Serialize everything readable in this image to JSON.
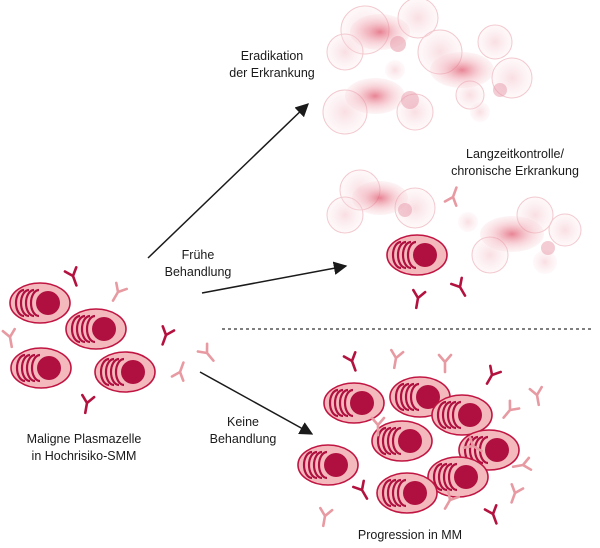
{
  "labels": {
    "eradication": [
      "Eradikation",
      "der Erkrankung"
    ],
    "longterm": [
      "Langzeitkontrolle/",
      "chronische Erkrankung"
    ],
    "early": [
      "Frühe",
      "Behandlung"
    ],
    "none": [
      "Keine",
      "Behandlung"
    ],
    "start": [
      "Maligne Plasmazelle",
      "in Hochrisiko-SMM"
    ],
    "progression": "Progression in MM"
  },
  "colors": {
    "cell_fill": "#f4b9bd",
    "cell_stroke": "#c01542",
    "nucleus": "#b0103f",
    "antibody_dark": "#b3123f",
    "antibody_light": "#e79aa2",
    "arrow": "#1a1a1a",
    "divider": "#333333"
  }
}
